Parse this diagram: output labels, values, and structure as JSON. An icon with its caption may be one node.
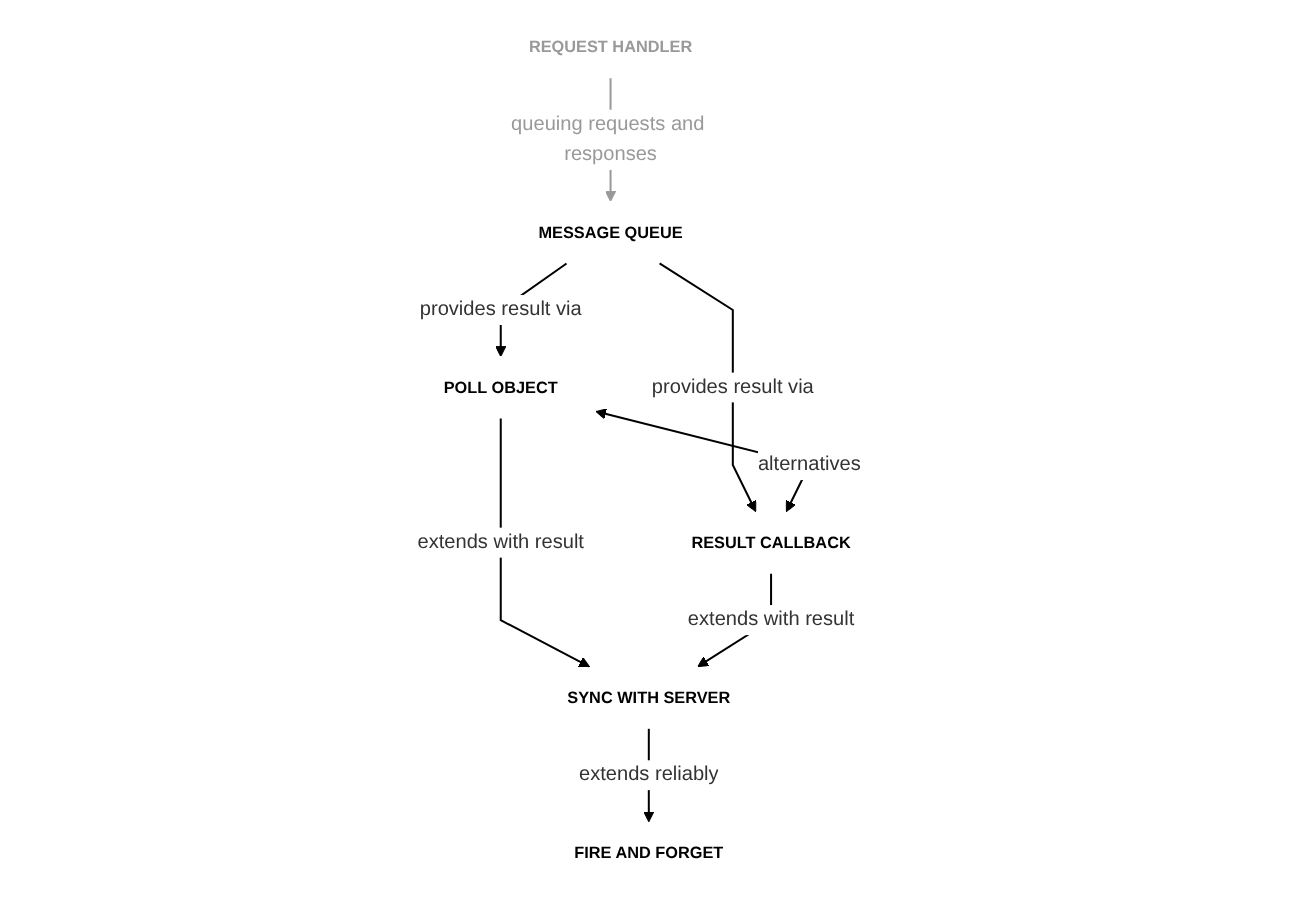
{
  "diagram": {
    "nodes": [
      {
        "text": [
          "REQUEST HANDLER"
        ]
      },
      {
        "text": [
          "MESSAGE QUEUE"
        ]
      },
      {
        "text": [
          "POLL OBJECT"
        ]
      },
      {
        "text": [
          "RESULT CALLBACK"
        ]
      },
      {
        "text": [
          "FIRE AND FORGET"
        ]
      },
      {
        "text": [
          "SYNC WITH SERVER"
        ]
      }
    ],
    "edges": [
      {
        "from": 0,
        "to": 1,
        "arrow": "to",
        "label": "queuing requests and responses",
        "color": "#999999"
      },
      {
        "from": 1,
        "to": 2,
        "arrow": "to",
        "label": "provides result via"
      },
      {
        "from": 1,
        "to": 3,
        "arrow": "to",
        "label": "provides result via"
      },
      {
        "from": 2,
        "to": 3,
        "arrow": "both",
        "label": "alternatives"
      },
      {
        "from": 2,
        "to": 5,
        "arrow": "to",
        "label": "extends with result"
      },
      {
        "from": 3,
        "to": 5,
        "arrow": "to",
        "label": "extends with result"
      },
      {
        "from": 5,
        "to": 4,
        "arrow": "to",
        "label": "extends reliably"
      }
    ]
  }
}
